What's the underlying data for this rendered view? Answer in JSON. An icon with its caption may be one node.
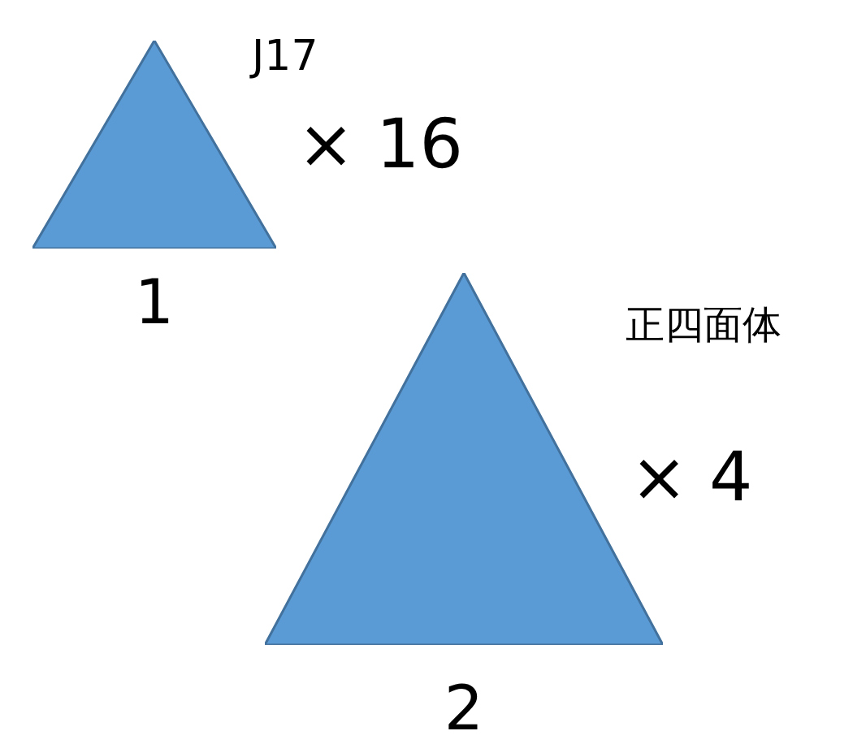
{
  "diagram": {
    "nodes": [
      {
        "text": [
          "1"
        ]
      },
      {
        "text": [
          "2"
        ]
      }
    ],
    "labels": [
      "J17",
      "× 16",
      "正四面体",
      "× 4"
    ]
  }
}
